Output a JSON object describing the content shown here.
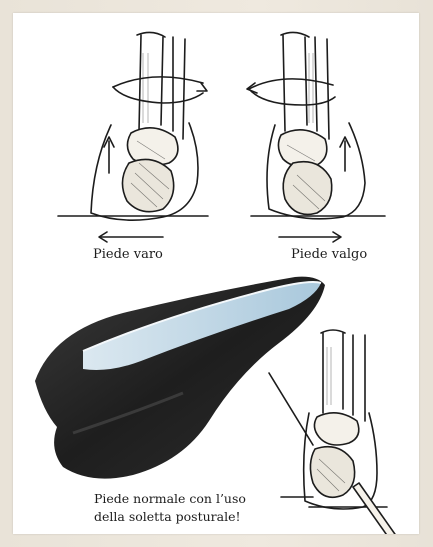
{
  "captions": {
    "varus": "Piede varo",
    "valgus": "Piede valgo",
    "normal_line1": "Piede normale con l’uso",
    "normal_line2": "della soletta posturale!"
  },
  "colors": {
    "page_background": "#efe9df",
    "card_background": "#ffffff",
    "ink": "#1c1c1c",
    "insole_top": "#bdd6e6",
    "insole_body": "#2a2a2a"
  },
  "illustrations": [
    "varus-foot-drawing",
    "valgus-foot-drawing",
    "posture-insole-photo",
    "normal-foot-drawing"
  ]
}
